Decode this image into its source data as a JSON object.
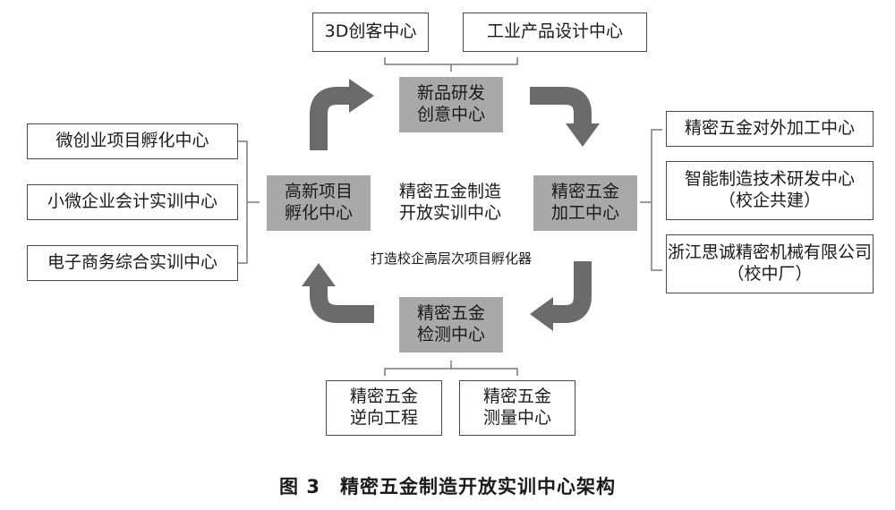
{
  "top_boxes": [
    "3D创客中心",
    "工业产品设计中心"
  ],
  "left_boxes": [
    "微创业项目孵化中心",
    "小微企业会计实训中心",
    "电子商务综合实训中心"
  ],
  "right_boxes": [
    {
      "line1": "精密五金对外加工中心",
      "line2": ""
    },
    {
      "line1": "智能制造技术研发中心",
      "line2": "（校企共建）"
    },
    {
      "line1": "浙江思诚精密机械有限公司",
      "line2": "（校中厂）"
    }
  ],
  "bottom_boxes": [
    {
      "line1": "精密五金",
      "line2": "逆向工程"
    },
    {
      "line1": "精密五金",
      "line2": "测量中心"
    }
  ],
  "core": {
    "top": {
      "line1": "新品研发",
      "line2": "创意中心"
    },
    "left": {
      "line1": "高新项目",
      "line2": "孵化中心"
    },
    "right": {
      "line1": "精密五金",
      "line2": "加工中心"
    },
    "bottom": {
      "line1": "精密五金",
      "line2": "检测中心"
    },
    "center": {
      "line1": "精密五金制造",
      "line2": "开放实训中心"
    }
  },
  "tagline": "打造校企高层次项目孵化器",
  "caption": "图 3　精密五金制造开放实训中心架构",
  "colors": {
    "arrow": "#6b6b6b",
    "core_box": "#a9a9a9",
    "border": "#4a4a4a",
    "bracket": "#7a7a7a"
  }
}
